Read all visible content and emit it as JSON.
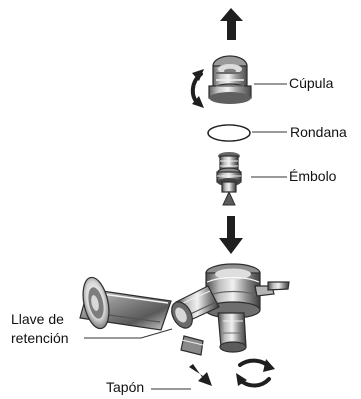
{
  "labels": {
    "cupula": "Cúpula",
    "rondana": "Rondana",
    "embolo": "Émbolo",
    "llave_line1": "Llave de",
    "llave_line2": "retención",
    "tapon": "Tapón"
  },
  "icons": {
    "up_arrow": "up-arrow-icon",
    "down_arrow": "down-arrow-icon",
    "rotate_cupula": "rotate-icon",
    "rotate_tapon": "rotate-icon"
  },
  "colors": {
    "arrow": "#1f1f1f",
    "text": "#111111",
    "metal_dark": "#4b4b4b",
    "metal_mid": "#8d8d8d",
    "metal_light": "#d6d6d6"
  }
}
